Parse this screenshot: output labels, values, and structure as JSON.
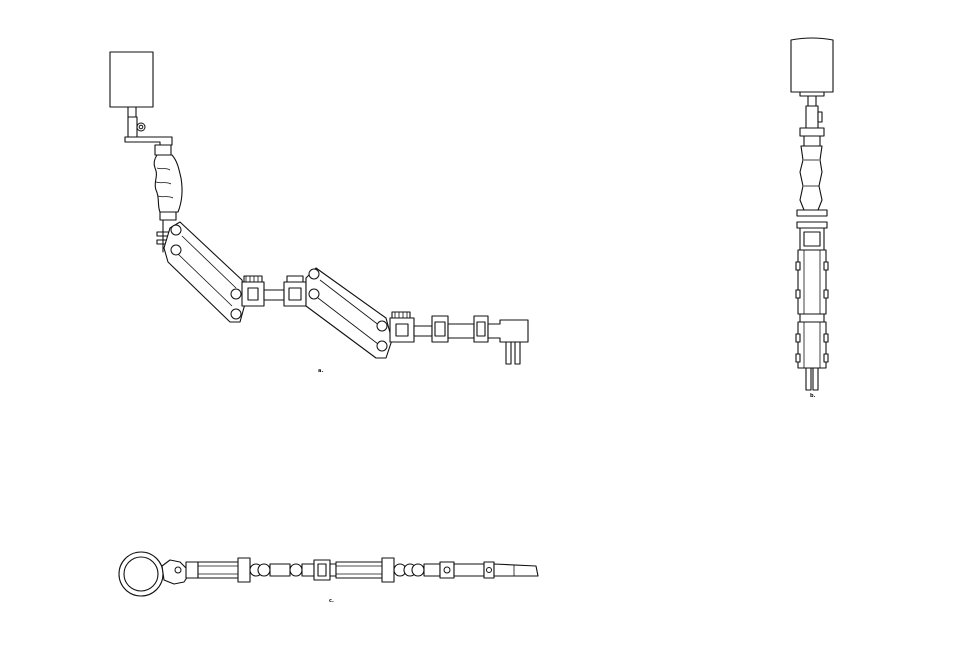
{
  "drawing": {
    "background": "#ffffff",
    "line_color": "#111111",
    "views": [
      {
        "id": "side-view",
        "label": "a."
      },
      {
        "id": "front-view",
        "label": "b."
      },
      {
        "id": "top-view",
        "label": "c."
      }
    ]
  }
}
